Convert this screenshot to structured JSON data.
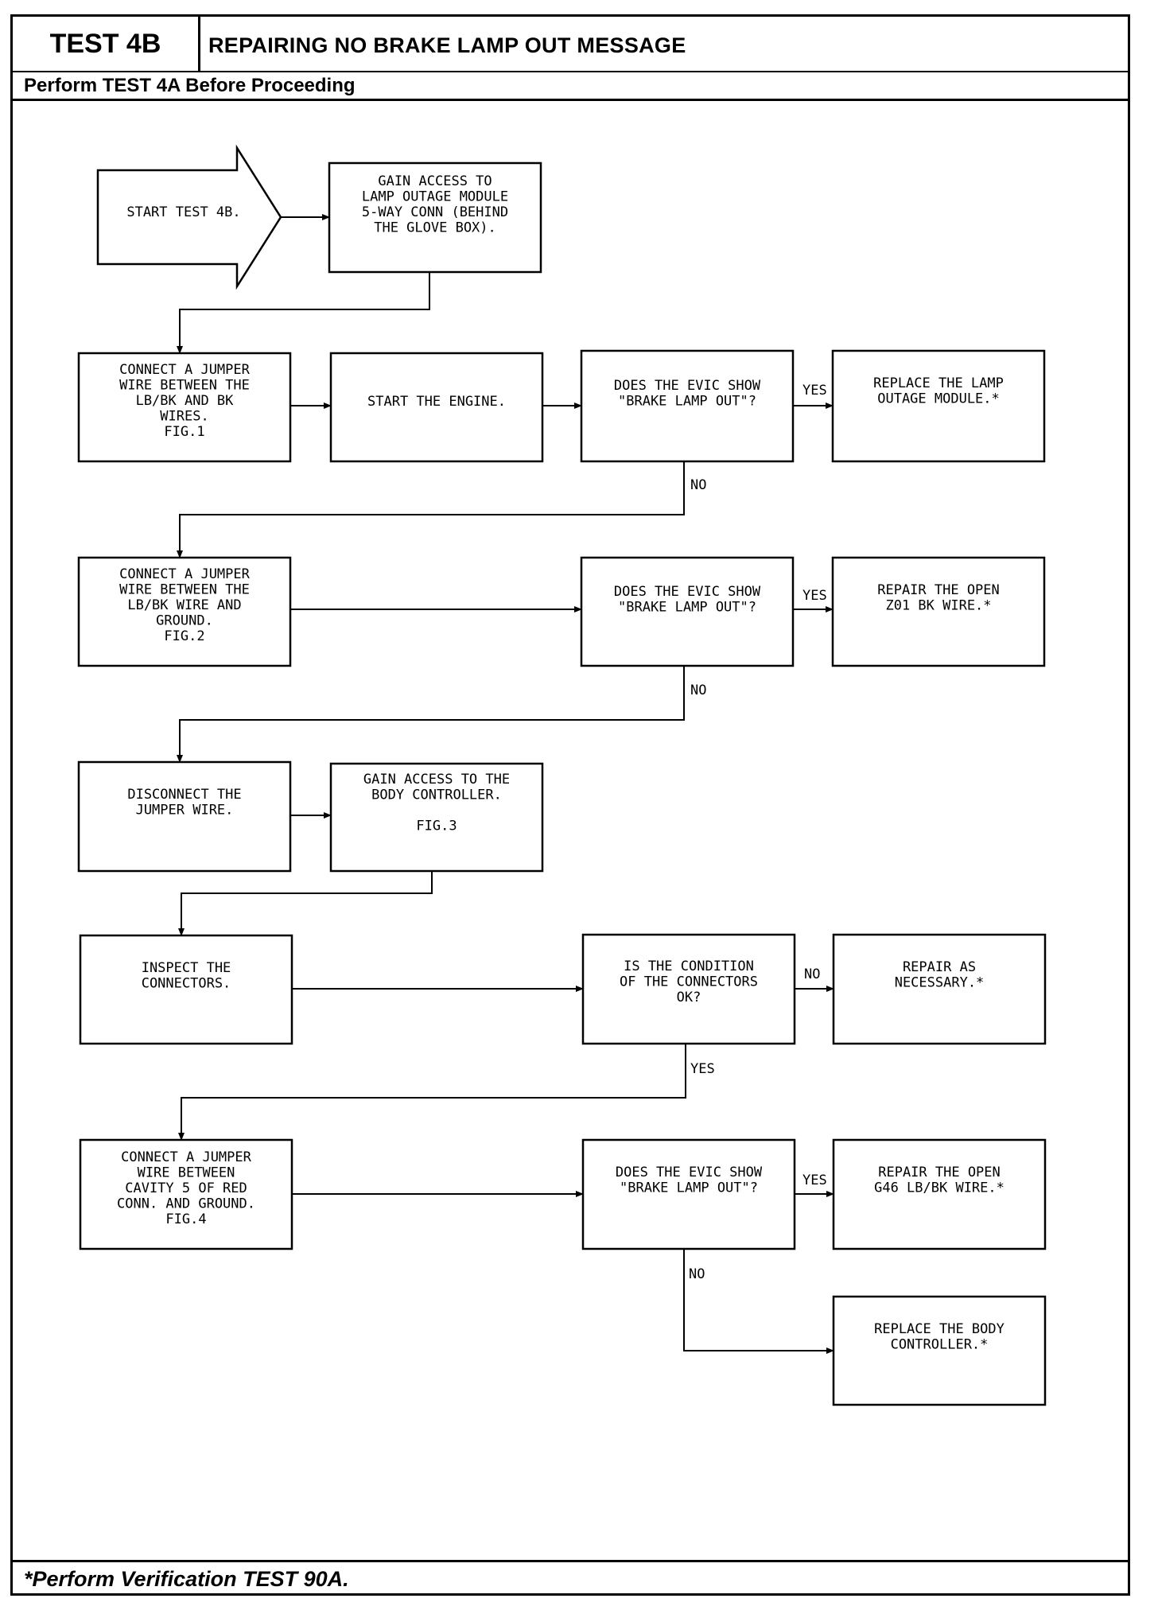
{
  "header": {
    "test_id": "TEST 4B",
    "title": "REPAIRING NO BRAKE LAMP OUT MESSAGE",
    "prerequisite": "Perform TEST 4A Before Proceeding"
  },
  "footer": {
    "note": "*Perform Verification TEST 90A."
  },
  "steps": [
    {
      "id": "start",
      "lines": [
        "START TEST 4B."
      ]
    },
    {
      "id": "gain-access-lom",
      "lines": [
        "GAIN ACCESS TO",
        "LAMP OUTAGE MODULE",
        "5-WAY CONN (BEHIND",
        "THE GLOVE BOX)."
      ]
    },
    {
      "id": "jumper-lbbk-bk",
      "lines": [
        "CONNECT A JUMPER",
        "WIRE BETWEEN THE",
        "LB/BK AND BK",
        "WIRES.",
        "FIG.1"
      ]
    },
    {
      "id": "start-engine",
      "lines": [
        "START THE ENGINE."
      ]
    },
    {
      "id": "q-evic-1",
      "lines": [
        "DOES THE EVIC SHOW",
        "\"BRAKE LAMP OUT\"?"
      ]
    },
    {
      "id": "replace-lom",
      "lines": [
        "REPLACE THE LAMP",
        "OUTAGE MODULE.*"
      ]
    },
    {
      "id": "jumper-lbbk-ground",
      "lines": [
        "CONNECT A JUMPER",
        "WIRE BETWEEN THE",
        "LB/BK WIRE AND",
        "GROUND.",
        "FIG.2"
      ]
    },
    {
      "id": "q-evic-2",
      "lines": [
        "DOES THE EVIC SHOW",
        "\"BRAKE LAMP OUT\"?"
      ]
    },
    {
      "id": "repair-z01",
      "lines": [
        "REPAIR THE OPEN",
        "Z01 BK WIRE.*"
      ]
    },
    {
      "id": "disconnect-jumper",
      "lines": [
        "DISCONNECT THE",
        "JUMPER WIRE."
      ]
    },
    {
      "id": "gain-access-body",
      "lines": [
        "GAIN ACCESS TO THE",
        "BODY CONTROLLER.",
        "",
        "FIG.3"
      ]
    },
    {
      "id": "inspect-connectors",
      "lines": [
        "INSPECT THE",
        "CONNECTORS."
      ]
    },
    {
      "id": "q-connectors",
      "lines": [
        "IS THE CONDITION",
        "OF THE CONNECTORS",
        "OK?"
      ]
    },
    {
      "id": "repair-as-necessary",
      "lines": [
        "REPAIR AS",
        "NECESSARY.*"
      ]
    },
    {
      "id": "jumper-cavity5",
      "lines": [
        "CONNECT A JUMPER",
        "WIRE BETWEEN",
        "CAVITY 5 OF RED",
        "CONN. AND GROUND.",
        "FIG.4"
      ]
    },
    {
      "id": "q-evic-3",
      "lines": [
        "DOES THE EVIC SHOW",
        "\"BRAKE LAMP OUT\"?"
      ]
    },
    {
      "id": "repair-g46",
      "lines": [
        "REPAIR THE OPEN",
        "G46 LB/BK WIRE.*"
      ]
    },
    {
      "id": "replace-body",
      "lines": [
        "REPLACE THE BODY",
        "CONTROLLER.*"
      ]
    }
  ],
  "edge_labels": {
    "yes1": "YES",
    "no1": "NO",
    "yes2": "YES",
    "no2": "NO",
    "no3": "NO",
    "yes3": "YES",
    "yes4": "YES",
    "no4": "NO"
  }
}
